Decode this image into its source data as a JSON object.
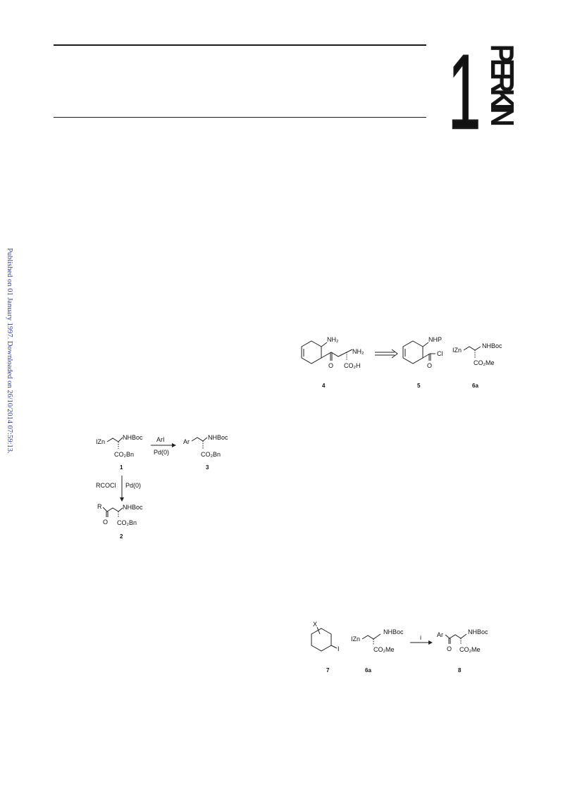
{
  "publication_note": "Published on 01 January 1997. Downloaded on 26/10/2014 07:59:13.",
  "journal_logo": {
    "numeral": "1",
    "word": "PERKIN"
  },
  "scheme_1": {
    "reagent_izn": "IZn",
    "nhboc": "NHBoc",
    "co2bn": "CO₂Bn",
    "ar": "Ar",
    "r": "R",
    "o": "O",
    "arrow_right_top": "ArI",
    "arrow_right_bottom": "Pd(0)",
    "arrow_down_left": "RCOCl",
    "arrow_down_right": "Pd(0)",
    "compound_1": "1",
    "compound_2": "2",
    "compound_3": "3"
  },
  "scheme_2": {
    "nh2_aryl": "NH₂",
    "nh2_alpha": "NH₂",
    "co2h": "CO₂H",
    "o": "O",
    "nhp": "NHP",
    "cl": "Cl",
    "izn": "IZn",
    "nhboc": "NHBoc",
    "co2me": "CO₂Me",
    "compound_4": "4",
    "compound_5": "5",
    "compound_6a": "6a"
  },
  "scheme_3": {
    "x": "X",
    "i_sub": "I",
    "izn": "IZn",
    "nhboc": "NHBoc",
    "co2me": "CO₂Me",
    "arrow_label": "i",
    "ar": "Ar",
    "o": "O",
    "nhboc_product": "NHBoc",
    "co2me_product": "CO₂Me",
    "compound_7": "7",
    "compound_6a": "6a",
    "compound_8": "8"
  }
}
